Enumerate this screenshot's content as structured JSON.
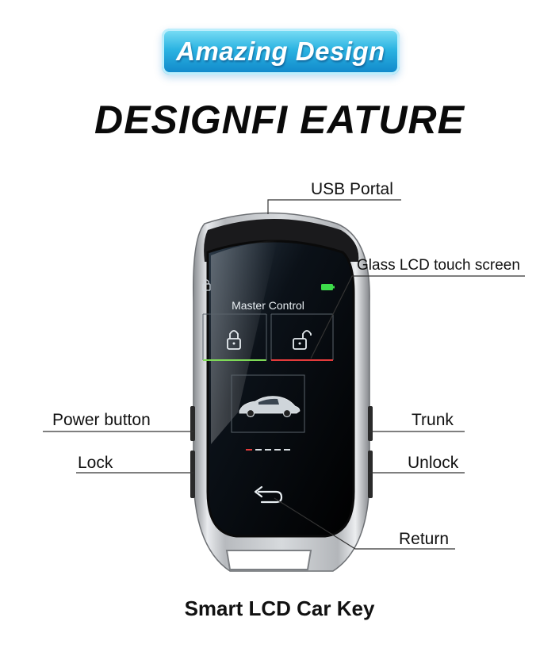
{
  "badge": {
    "text": "Amazing Design"
  },
  "headline": "DESIGNFI EATURE",
  "callouts": {
    "usb_portal": "USB Portal",
    "glass_lcd": "Glass LCD touch screen",
    "power_button": "Power button",
    "trunk": "Trunk",
    "lock": "Lock",
    "unlock": "Unlock",
    "return": "Return"
  },
  "screen": {
    "title": "Master  Control"
  },
  "caption": "Smart LCD Car Key",
  "colors": {
    "badge_blue": "#1fa3dc",
    "lock_tile_border": "#7ed957",
    "unlock_tile_border": "#e33b3b",
    "battery_green": "#3ddc4a"
  },
  "icons": [
    "lock-icon",
    "unlock-icon",
    "car-icon",
    "return-arrow-icon",
    "battery-icon",
    "small-lock-icon"
  ]
}
